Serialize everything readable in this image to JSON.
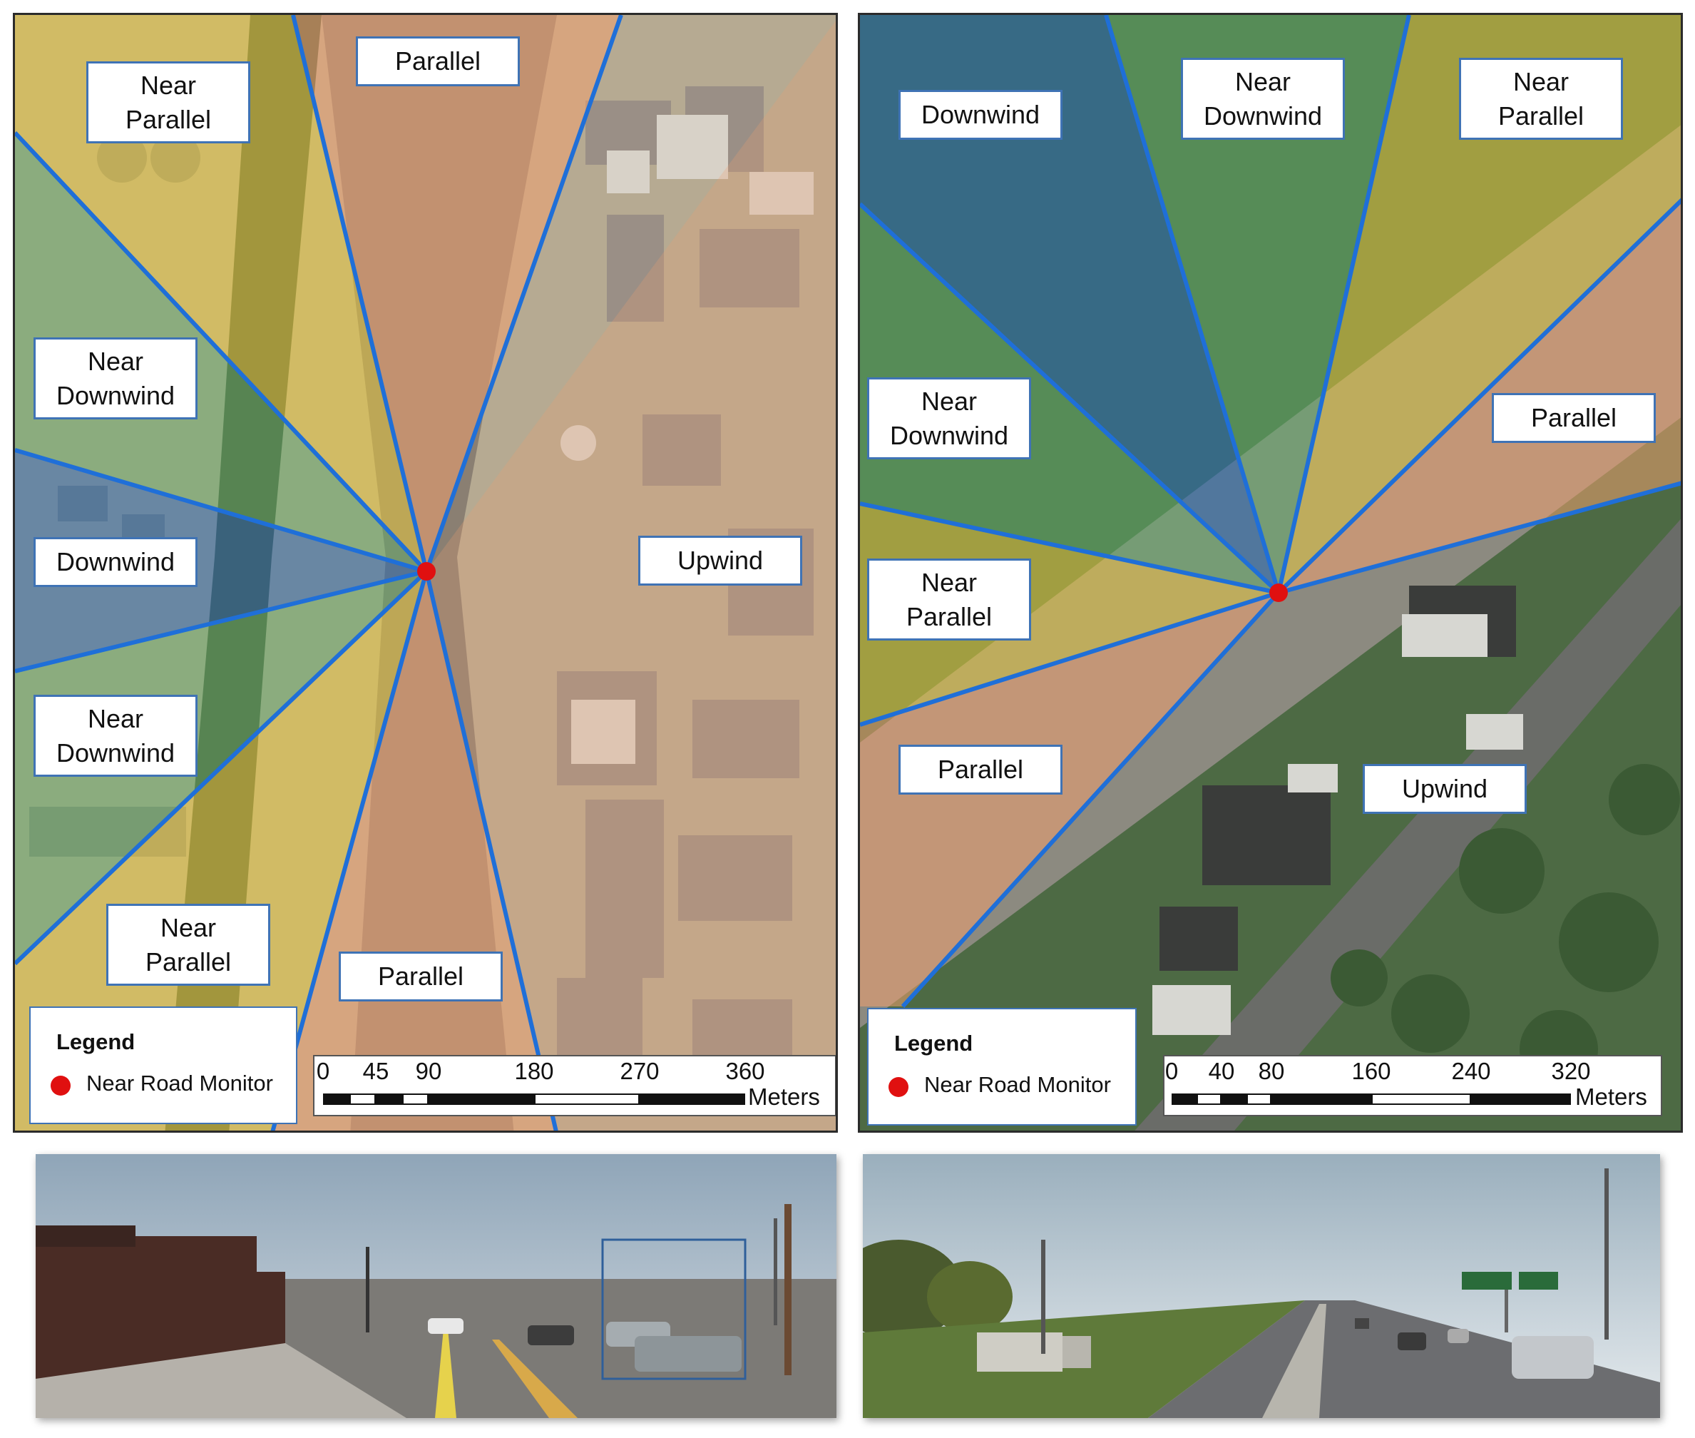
{
  "left_map": {
    "sector_labels": [
      "Parallel",
      "Near\nParallel",
      "Near\nDownwind",
      "Downwind",
      "Upwind",
      "Near\nDownwind",
      "Near\nParallel",
      "Parallel"
    ],
    "legend": {
      "title": "Legend",
      "item": "Near Road Monitor",
      "marker_color": "#e01010"
    },
    "scale": {
      "ticks": [
        "0",
        "45",
        "90",
        "180",
        "270",
        "360"
      ],
      "units": "Meters"
    }
  },
  "right_map": {
    "sector_labels": [
      "Downwind",
      "Near\nDownwind",
      "Near\nParallel",
      "Near\nDownwind",
      "Parallel",
      "Near\nParallel",
      "Upwind",
      "Parallel"
    ],
    "legend": {
      "title": "Legend",
      "item": "Near Road Monitor",
      "marker_color": "#e01010"
    },
    "scale": {
      "ticks": [
        "0",
        "40",
        "80",
        "160",
        "240",
        "320"
      ],
      "units": "Meters"
    }
  },
  "sector_colors": {
    "parallel": "#f0a070",
    "near_parallel": "#e8c840",
    "near_downwind": "#5fae6a",
    "downwind": "#2a6ab0",
    "boundary_lines": "#1f6fd8"
  }
}
